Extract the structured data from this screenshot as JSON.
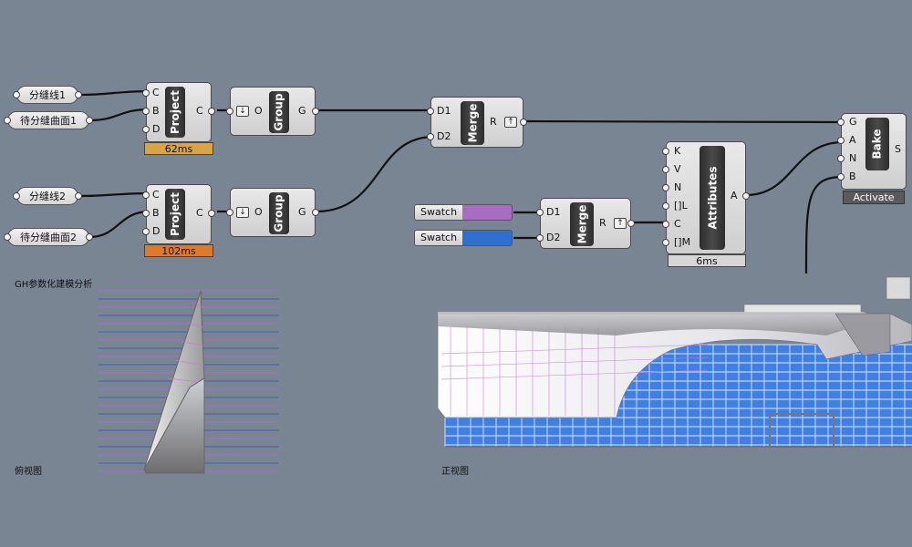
{
  "panels": {
    "line1": "分缝线1",
    "surface1": "待分缝曲面1",
    "line2": "分缝线2",
    "surface2": "待分缝曲面2"
  },
  "components": {
    "project1": {
      "name": "Project",
      "inputs": [
        "C",
        "B",
        "D"
      ],
      "output": "C",
      "time": "62ms"
    },
    "project2": {
      "name": "Project",
      "inputs": [
        "C",
        "B",
        "D"
      ],
      "output": "C",
      "time": "102ms"
    },
    "group1": {
      "name": "Group",
      "input": "O",
      "output": "G"
    },
    "group2": {
      "name": "Group",
      "input": "O",
      "output": "G"
    },
    "merge1": {
      "name": "Merge",
      "inputs": [
        "D1",
        "D2"
      ],
      "output": "R"
    },
    "merge2": {
      "name": "Merge",
      "inputs": [
        "D1",
        "D2"
      ],
      "output": "R"
    },
    "attributes": {
      "name": "Attributes",
      "inputs": [
        "K",
        "V",
        "N",
        "[]L",
        "C",
        "[]M"
      ],
      "output": "A",
      "time": "6ms"
    },
    "bake": {
      "name": "Bake",
      "inputs": [
        "G",
        "A",
        "N",
        "B"
      ],
      "output": "S",
      "button": "Activate"
    }
  },
  "swatches": [
    {
      "label": "Swatch",
      "color": "#a96cc0"
    },
    {
      "label": "Swatch",
      "color": "#2f6fd0"
    }
  ],
  "captions": {
    "title": "GH参数化建模分析",
    "top_view": "俯视图",
    "front_view": "正视图"
  },
  "colors": {
    "canvas": "#7a8593",
    "time_fast": "#d9a441",
    "time_slow": "#e07a2a",
    "grid_line": "#3f56b8",
    "seam_line": "#c47ad8",
    "facade_blue": "#3f7fe6"
  }
}
